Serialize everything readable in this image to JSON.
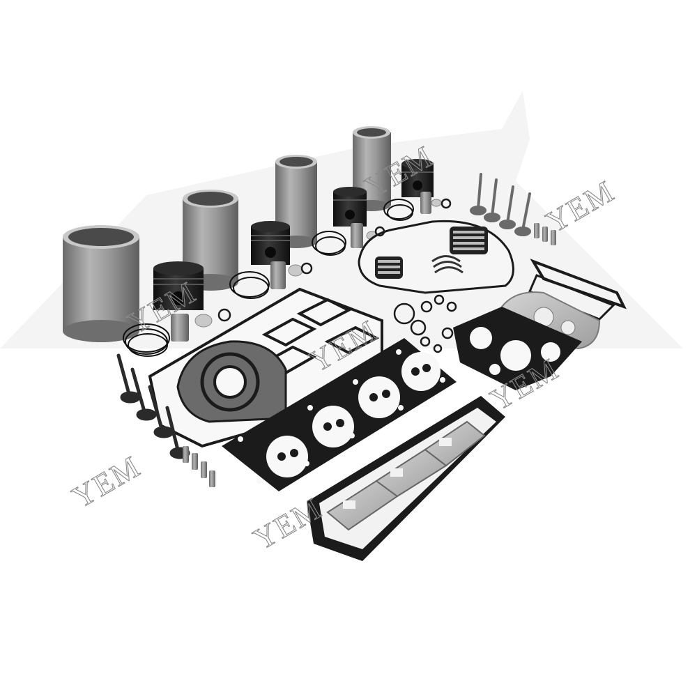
{
  "image": {
    "subject": "engine-overhaul-kit-product-photo",
    "background_color": "#ffffff",
    "backdrop_color": "#f2f2f2",
    "metal_color": "#8e8e8e",
    "piston_color": "#1e1e1e",
    "gasket_color": "#1b1b1b",
    "steel_plate_color": "#b9b9b9"
  },
  "watermarks": [
    "YEM",
    "YEM",
    "YEM",
    "YEM",
    "YEM",
    "YEM",
    "YEM"
  ]
}
